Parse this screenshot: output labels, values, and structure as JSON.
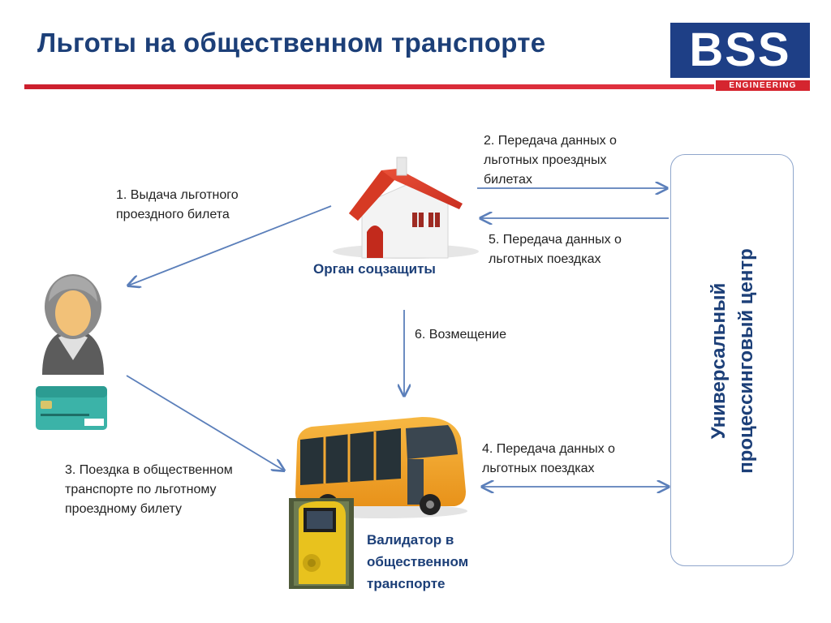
{
  "title": "Льготы на общественном транспорте",
  "logo": {
    "letters": "BSS",
    "sub": "ENGINEERING",
    "brand_blue": "#1e3f86",
    "brand_red": "#d5252f"
  },
  "colors": {
    "accent": "#1c3f78",
    "arrow": "#5b7fba",
    "rule": "#cc1f2d"
  },
  "nodes": {
    "social": {
      "label": "Орган соцзащиты",
      "icon": "house-icon"
    },
    "citizen": {
      "icon": "person-icon",
      "card_icon": "card-icon"
    },
    "transport": {
      "label_lines": [
        "Валидатор в",
        "общественном",
        "транспорте"
      ],
      "icon": "bus-icon",
      "validator_icon": "validator-icon"
    },
    "center": {
      "label_lines": [
        "Универсальный",
        "процессинговый центр"
      ]
    }
  },
  "steps": [
    {
      "lines": [
        "1. Выдача льготного",
        "проездного билета"
      ]
    },
    {
      "lines": [
        "2. Передача данных о",
        "льготных проездных",
        "билетах"
      ]
    },
    {
      "lines": [
        "3. Поездка в общественном",
        "транспорте по льготному",
        "проездному билету"
      ]
    },
    {
      "lines": [
        "4. Передача данных о",
        "льготных поездках"
      ]
    },
    {
      "lines": [
        "5. Передача данных о",
        "льготных поездках"
      ]
    },
    {
      "lines": [
        "6. Возмещение"
      ]
    }
  ]
}
